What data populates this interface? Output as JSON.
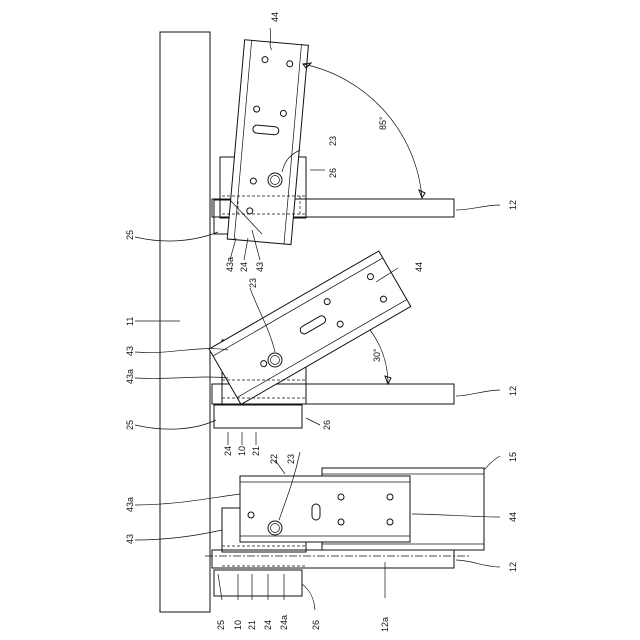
{
  "labels": {
    "l44_top": "44",
    "l23_top": "23",
    "l26_top": "26",
    "l12_top": "12",
    "l85": "85°",
    "l25_top": "25",
    "l43a_top": "43a",
    "l24_top": "24",
    "l43_top": "43",
    "l11": "11",
    "l44_mid": "44",
    "l23_mid": "23",
    "l43_mid": "43",
    "l43a_mid": "43a",
    "l30": "30°",
    "l12_mid": "12",
    "l25_mid": "25",
    "l26_mid": "26",
    "l24_mid": "24",
    "l10_mid": "10",
    "l21_mid": "21",
    "l22_bot": "22",
    "l23_bot": "23",
    "l15": "15",
    "l43a_bot": "43a",
    "l43_bot": "43",
    "l44_bot": "44",
    "l12_bot": "12",
    "l25_bot": "25",
    "l10_bot": "10",
    "l21_bot": "21",
    "l24_bot": "24",
    "l24a_bot": "24a",
    "l26_bot": "26",
    "l12a": "12a"
  }
}
